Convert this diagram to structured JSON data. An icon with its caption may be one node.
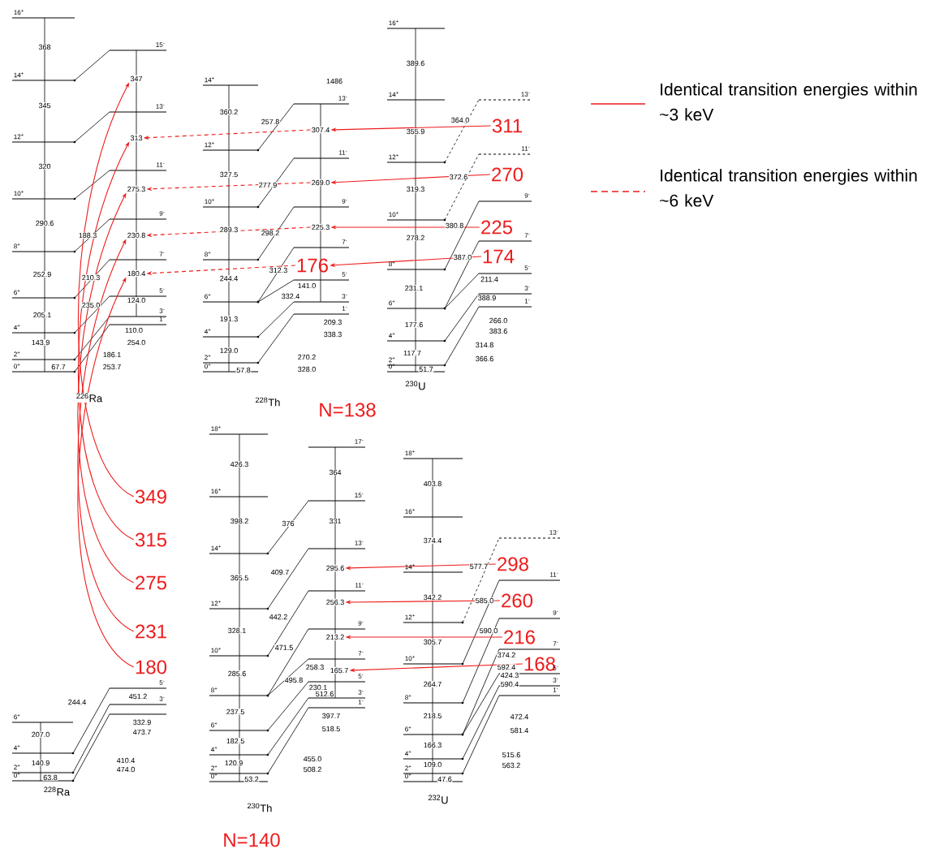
{
  "diagram": {
    "nodes": [
      {
        "text": [
          "347"
        ]
      },
      {
        "text": [
          "313"
        ]
      },
      {
        "text": [
          "275.3"
        ]
      },
      {
        "text": [
          "230.8"
        ]
      },
      {
        "text": [
          "180.4"
        ]
      },
      {
        "text": [
          "307.4"
        ]
      },
      {
        "text": [
          "269.0"
        ]
      },
      {
        "text": [
          "225.3"
        ]
      },
      {
        "text": [
          "176"
        ]
      },
      {
        "text": [
          "311"
        ]
      },
      {
        "text": [
          "270"
        ]
      },
      {
        "text": [
          "225"
        ]
      },
      {
        "text": [
          "174"
        ]
      },
      {
        "text": [
          "295.6"
        ]
      },
      {
        "text": [
          "256.3"
        ]
      },
      {
        "text": [
          "213.2"
        ]
      },
      {
        "text": [
          "165.7"
        ]
      },
      {
        "text": [
          "298"
        ]
      },
      {
        "text": [
          "260"
        ]
      },
      {
        "text": [
          "216"
        ]
      },
      {
        "text": [
          "168"
        ]
      },
      {
        "text": [
          "349"
        ]
      },
      {
        "text": [
          "315"
        ]
      },
      {
        "text": [
          "275"
        ]
      },
      {
        "text": [
          "231"
        ]
      },
      {
        "text": [
          "180"
        ]
      }
    ],
    "edges": [
      {
        "from": 9,
        "to": 5,
        "arrow": "to"
      },
      {
        "from": 5,
        "to": 1,
        "arrow": "to",
        "style": "dashed"
      },
      {
        "from": 10,
        "to": 6,
        "arrow": "to"
      },
      {
        "from": 6,
        "to": 2,
        "arrow": "to",
        "style": "dashed"
      },
      {
        "from": 11,
        "to": 7,
        "arrow": "to"
      },
      {
        "from": 7,
        "to": 3,
        "arrow": "to",
        "style": "dashed"
      },
      {
        "from": 12,
        "to": 8,
        "arrow": "to"
      },
      {
        "from": 8,
        "to": 4,
        "arrow": "to",
        "style": "dashed"
      },
      {
        "from": 17,
        "to": 13,
        "arrow": "to"
      },
      {
        "from": 18,
        "to": 14,
        "arrow": "to"
      },
      {
        "from": 19,
        "to": 15,
        "arrow": "to"
      },
      {
        "from": 20,
        "to": 16,
        "arrow": "to"
      },
      {
        "from": 21,
        "to": 0,
        "arrow": "to"
      },
      {
        "from": 22,
        "to": 1,
        "arrow": "to"
      },
      {
        "from": 23,
        "to": 2,
        "arrow": "to"
      },
      {
        "from": 24,
        "to": 3,
        "arrow": "to"
      },
      {
        "from": 25,
        "to": 4,
        "arrow": "to"
      }
    ],
    "labels": [
      "16$^{+}$",
      "14$^{+}$",
      "12$^{+}$",
      "10$^{+}$",
      "8$^{+}$",
      "6$^{+}$",
      "4$^{+}$",
      "2$^{+}$",
      "0$^{+}$",
      "15$^{-}$",
      "13$^{-}$",
      "11$^{-}$",
      "9$^{-}$",
      "7$^{-}$",
      "5$^{-}$",
      "3$^{-}$",
      "1$^{-}$",
      "368",
      "345",
      "320",
      "290.6",
      "252.9",
      "205.1",
      "143.9",
      "67.7",
      "124.0",
      "188.3",
      "210.3",
      "235.0",
      "110.0",
      "254.0",
      "186.1",
      "253.7",
      "$^{226}$Ra",
      "14$^{+}$",
      "12$^{+}$",
      "10$^{+}$",
      "8$^{+}$",
      "6$^{+}$",
      "4$^{+}$",
      "2$^{+}$",
      "0$^{+}$",
      "13$^{-}$",
      "11$^{-}$",
      "9$^{-}$",
      "7$^{-}$",
      "5$^{-}$",
      "3$^{-}$",
      "1$^{-}$",
      "1486",
      "360.2",
      "327.5",
      "289.3",
      "244.4",
      "191.3",
      "129.0",
      "57.8",
      "257.8",
      "277.9",
      "298.2",
      "312.3",
      "141.0",
      "332.4",
      "209.3",
      "338.3",
      "270.2",
      "328.0",
      "$^{228}$Th",
      "16$^{+}$",
      "14$^{+}$",
      "12$^{+}$",
      "10$^{+}$",
      "8$^{+}$",
      "6$^{+}$",
      "4$^{+}$",
      "2$^{+}$",
      "0$^{+}$",
      "13$^{-}$",
      "11$^{-}$",
      "9$^{-}$",
      "7$^{-}$",
      "5$^{-}$",
      "3$^{-}$",
      "1$^{-}$",
      "389.6",
      "355.9",
      "319.3",
      "278.2",
      "231.1",
      "177.6",
      "117.7",
      "51.7",
      "364.0",
      "372.6",
      "380.8",
      "387.0",
      "211.4",
      "388.9",
      "266.0",
      "383.6",
      "314.8",
      "366.6",
      "$^{230}$U",
      "N=138",
      "6$^{+}$",
      "4$^{+}$",
      "2$^{+}$",
      "0$^{+}$",
      "5$^{-}$",
      "3$^{-}$",
      "207.0",
      "140.9",
      "63.8",
      "244.4",
      "451.2",
      "332.9",
      "473.7",
      "410.4",
      "474.0",
      "$^{228}$Ra",
      "18$^{+}$",
      "16$^{+}$",
      "14$^{+}$",
      "12$^{+}$",
      "10$^{+}$",
      "8$^{+}$",
      "6$^{+}$",
      "4$^{+}$",
      "2$^{+}$",
      "0$^{+}$",
      "17$^{-}$",
      "15$^{-}$",
      "13$^{-}$",
      "11$^{-}$",
      "9$^{-}$",
      "7$^{-}$",
      "5$^{-}$",
      "3$^{-}$",
      "1$^{-}$",
      "426.3",
      "398.2",
      "365.5",
      "328.1",
      "285.6",
      "237.5",
      "182.5",
      "120.9",
      "53.2",
      "364",
      "331",
      "376",
      "409.7",
      "442.2",
      "471.5",
      "258.3",
      "495.8",
      "230.1",
      "512.6",
      "397.7",
      "518.5",
      "455.0",
      "508.2",
      "$^{230}$Th",
      "18$^{+}$",
      "16$^{+}$",
      "14$^{+}$",
      "12$^{+}$",
      "10$^{+}$",
      "8$^{+}$",
      "6$^{+}$",
      "4$^{+}$",
      "2$^{+}$",
      "0$^{+}$",
      "13$^{-}$",
      "11$^{-}$",
      "9$^{-}$",
      "7$^{-}$",
      "5$^{-}$",
      "3$^{-}$",
      "1$^{-}$",
      "403.8",
      "374.4",
      "342.2",
      "305.7",
      "264.7",
      "218.5",
      "166.3",
      "109.0",
      "47.6",
      "577.7",
      "585.0",
      "590.0",
      "374.2",
      "592.4",
      "424.3",
      "590.4",
      "472.4",
      "581.4",
      "515.6",
      "563.2",
      "$^{232}$U",
      "N=140"
    ],
    "legend": [
      {
        "text": "Identical transition energies within ~3 keV"
      },
      {
        "text": "Identical transition energies within ~6 keV"
      }
    ]
  }
}
